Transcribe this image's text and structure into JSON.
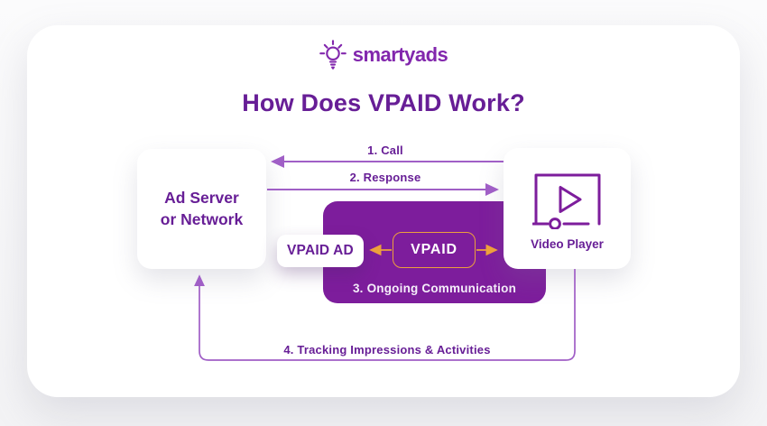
{
  "header": {
    "logo_text": "smartyads",
    "title": "How Does VPAID Work?"
  },
  "nodes": {
    "ad_server": {
      "line1": "Ad Server",
      "line2": "or Network"
    },
    "video_player": {
      "label": "Video Player"
    },
    "vpaid_ad": {
      "label": "VPAID AD"
    },
    "vpaid": {
      "label": "VPAID"
    }
  },
  "flows": {
    "call": {
      "label": "1. Call"
    },
    "response": {
      "label": "2. Response"
    },
    "ongoing": {
      "label": "3. Ongoing Communication"
    },
    "tracking": {
      "label": "4. Tracking Impressions & Activities"
    }
  },
  "icons": {
    "logo_icon": "lightbulb-icon",
    "video_icon": "video-player-icon"
  },
  "colors": {
    "brand_purple": "#7d1d9c",
    "deep_purple": "#671e96",
    "line_purple": "#a05fc6",
    "orange": "#eda03c",
    "page_bg": "#f6f6f8",
    "card_bg": "#ffffff",
    "logo_purple": "#8227ad"
  }
}
